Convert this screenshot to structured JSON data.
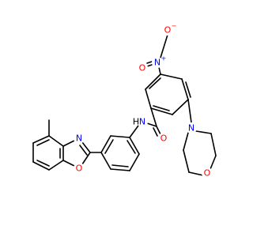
{
  "molecule": {
    "colors": {
      "bond": "#000000",
      "carbon": "#000000",
      "nitrogen": "#0000ff",
      "oxygen": "#ff0000",
      "hydrogen": "#000000"
    },
    "atom_labels": {
      "nitro_o_top": "O",
      "nitro_o_charge": "−",
      "nitro_n": "N",
      "nitro_n_charge": "+",
      "nitro_o_left": "O",
      "amide_n": "N",
      "amide_h": "H",
      "amide_o": "O",
      "morpholine_n": "N",
      "morpholine_o": "O",
      "oxazole_n": "N",
      "oxazole_o": "O"
    }
  }
}
